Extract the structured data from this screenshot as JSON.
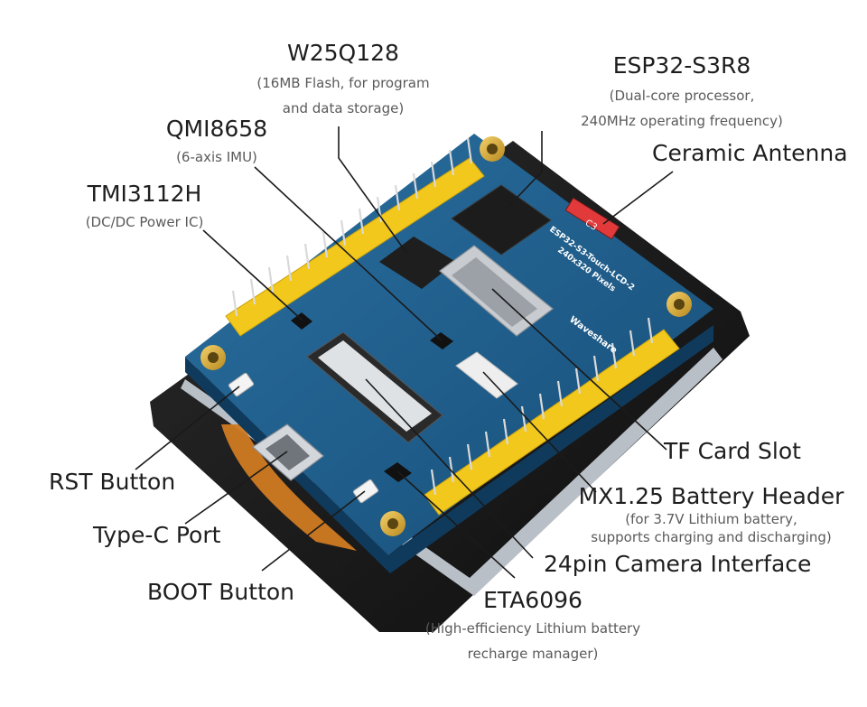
{
  "labels": {
    "w25q128": {
      "title": "W25Q128",
      "desc": [
        "(16MB Flash, for program",
        "and data storage)"
      ]
    },
    "esp32": {
      "title": "ESP32-S3R8",
      "desc": [
        "(Dual-core processor,",
        "240MHz operating frequency)"
      ]
    },
    "qmi8658": {
      "title": "QMI8658",
      "desc": [
        "(6-axis IMU)"
      ]
    },
    "antenna": {
      "title": "Ceramic Antenna"
    },
    "tmi3112h": {
      "title": "TMI3112H",
      "desc": [
        "(DC/DC Power IC)"
      ]
    },
    "rst": {
      "title": "RST Button"
    },
    "typec": {
      "title": "Type-C Port"
    },
    "boot": {
      "title": "BOOT Button"
    },
    "tfcard": {
      "title": "TF Card Slot"
    },
    "mx125": {
      "title": "MX1.25 Battery Header",
      "desc": [
        "(for 3.7V Lithium battery,",
        "supports charging and discharging)"
      ]
    },
    "camera": {
      "title": "24pin Camera Interface"
    },
    "eta6096": {
      "title": "ETA6096",
      "desc": [
        "(High-efficiency Lithium battery",
        "recharge manager)"
      ]
    }
  },
  "board": {
    "silk_model": "ESP32-S3-Touch-LCD-2",
    "silk_pixels": "240x320 Pixels",
    "brand": "Waveshare",
    "antenna_mark": "C3"
  },
  "colors": {
    "pcb": "#1d5c8a",
    "header": "#f2c81c",
    "case": "#1b1b1b",
    "leader": "#1a1a1a"
  }
}
